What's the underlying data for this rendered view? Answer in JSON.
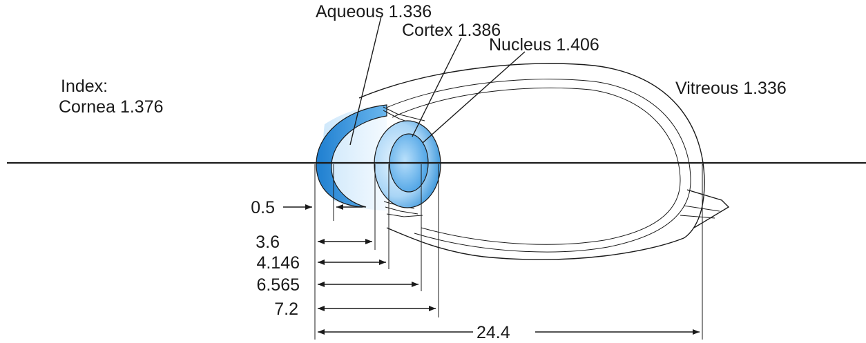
{
  "labels": {
    "aqueous": "Aqueous 1.336",
    "cortex": "Cortex 1.386",
    "nucleus": "Nucleus 1.406",
    "index": "Index:",
    "cornea": "Cornea 1.376",
    "vitreous": "Vitreous 1.336"
  },
  "dimensions": [
    {
      "label": "0.5"
    },
    {
      "label": "3.6"
    },
    {
      "label": "4.146"
    },
    {
      "label": "6.565"
    },
    {
      "label": "7.2"
    },
    {
      "label": "24.4"
    }
  ],
  "colors": {
    "cornea": "#2f8fd8",
    "lens": "#9fd0f4",
    "nucleus": "#4da6e8",
    "aqueous": "#dcefff",
    "outline": "#1a1a1a"
  }
}
